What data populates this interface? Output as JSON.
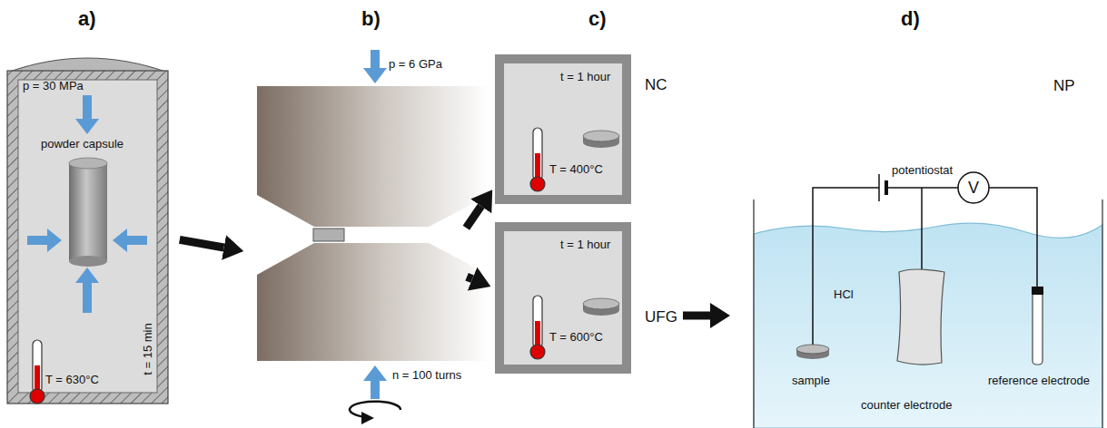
{
  "diagram": {
    "nodes": [
      {
        "text": [
          "p = 30 MPa",
          "powder capsule",
          "T = 630°C",
          "t = 15 min"
        ]
      },
      {
        "text": [
          "p = 6 GPa",
          "n = 100 turns"
        ]
      },
      {
        "text": [
          "NC",
          "t = 1 hour",
          "T = 400°C"
        ]
      },
      {
        "text": [
          "UFG",
          "t = 1 hour",
          "T = 600°C"
        ]
      },
      {
        "text": [
          "NP",
          "potentiostat",
          "V",
          "HCl",
          "sample",
          "counter electrode",
          "reference electrode"
        ]
      }
    ],
    "edges": [
      {
        "from": 0,
        "to": 1,
        "arrow": "to"
      },
      {
        "from": 1,
        "to": 2,
        "arrow": "to"
      },
      {
        "from": 1,
        "to": 3,
        "arrow": "to"
      },
      {
        "from": 3,
        "to": 4,
        "arrow": "to"
      }
    ],
    "labels": [
      "a)",
      "b)",
      "c)",
      "d)"
    ]
  }
}
